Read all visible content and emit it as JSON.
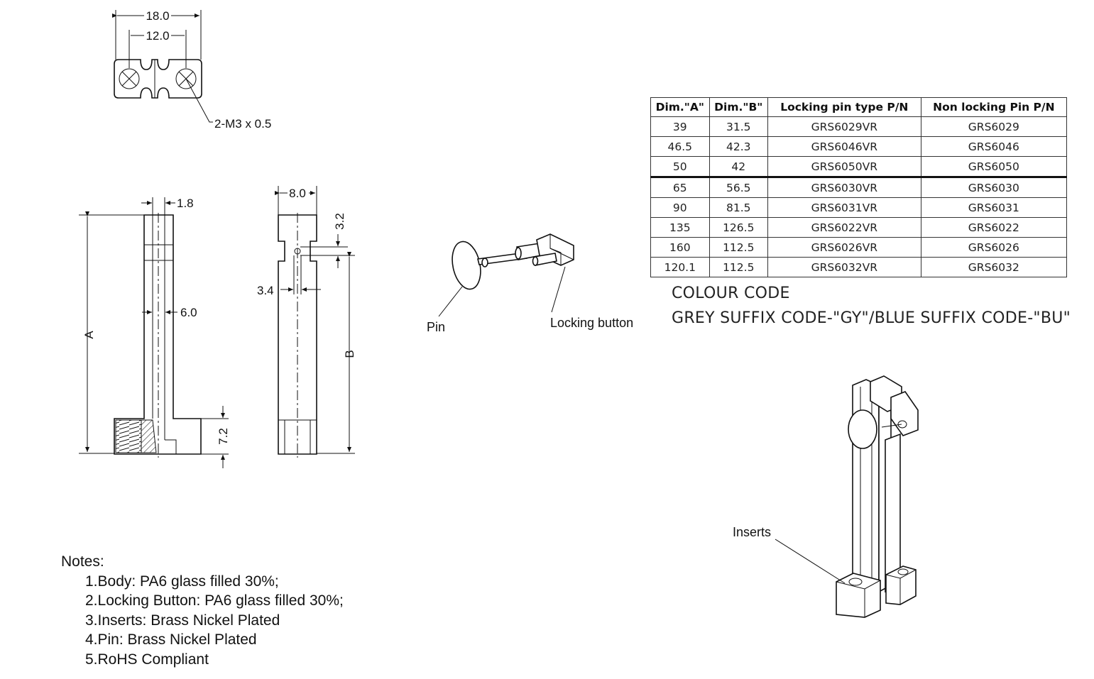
{
  "top_view": {
    "overall_width": "18.0",
    "hole_pitch": "12.0",
    "thread_callout": "2-M3 x 0.5"
  },
  "front_view": {
    "slot_width": "1.8",
    "slot_depth": "6.0",
    "length_label": "A",
    "base_height": "7.2"
  },
  "side_view": {
    "width": "8.0",
    "notch_height": "3.2",
    "hole_offset": "3.4",
    "length_label": "B"
  },
  "pin_detail": {
    "pin_label": "Pin",
    "button_label": "Locking button"
  },
  "iso_view": {
    "inserts_label": "Inserts"
  },
  "table": {
    "headers": [
      "Dim.\"A\"",
      "Dim.\"B\"",
      "Locking pin type P/N",
      "Non locking Pin P/N"
    ],
    "rows": [
      [
        "39",
        "31.5",
        "GRS6029VR",
        "GRS6029"
      ],
      [
        "46.5",
        "42.3",
        "GRS6046VR",
        "GRS6046"
      ],
      [
        "50",
        "42",
        "GRS6050VR",
        "GRS6050"
      ],
      [
        "65",
        "56.5",
        "GRS6030VR",
        "GRS6030"
      ],
      [
        "90",
        "81.5",
        "GRS6031VR",
        "GRS6031"
      ],
      [
        "135",
        "126.5",
        "GRS6022VR",
        "GRS6022"
      ],
      [
        "160",
        "112.5",
        "GRS6026VR",
        "GRS6026"
      ],
      [
        "120.1",
        "112.5",
        "GRS6032VR",
        "GRS6032"
      ]
    ]
  },
  "colour_code": {
    "title": "COLOUR CODE",
    "text": "GREY SUFFIX CODE-\"GY\"/BLUE SUFFIX CODE-\"BU\""
  },
  "notes": {
    "heading": "Notes:",
    "items": [
      "1.Body: PA6  glass filled 30%;",
      "2.Locking Button: PA6  glass filled 30%;",
      "3.Inserts: Brass Nickel Plated",
      "4.Pin: Brass Nickel Plated",
      "5.RoHS Compliant"
    ]
  }
}
